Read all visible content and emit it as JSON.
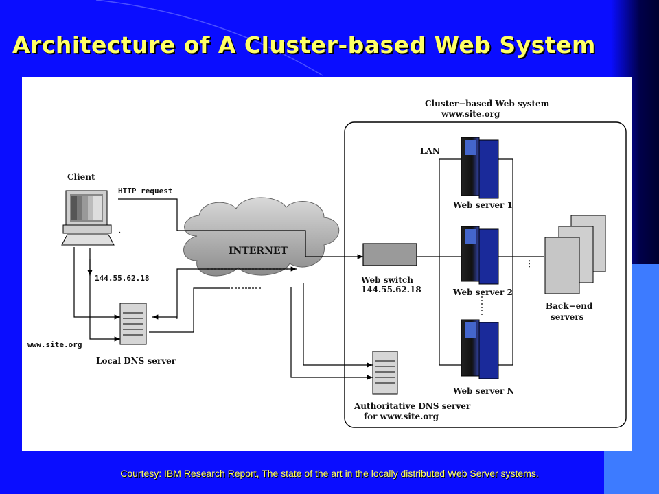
{
  "slide": {
    "title": "Architecture of A Cluster-based Web System",
    "caption": "Courtesy: IBM Research Report, The state of the art in the locally distributed Web Server systems."
  },
  "diagram": {
    "cluster_title": "Cluster−based Web system",
    "cluster_domain": "www.site.org",
    "lan": "LAN",
    "client": "Client",
    "http_request": "HTTP request",
    "client_ip": "144.55.62.18",
    "client_domain": "www.site.org",
    "local_dns": "Local DNS server",
    "internet": "INTERNET",
    "web_switch": "Web switch",
    "web_switch_ip": "144.55.62.18",
    "web_server_1": "Web server 1",
    "web_server_2": "Web server 2",
    "web_server_n": "Web server N",
    "backend_line1": "Back−end",
    "backend_line2": "servers",
    "auth_dns_line1": "Authoritative DNS server",
    "auth_dns_line2": "for www.site.org",
    "dot": "."
  },
  "colors": {
    "background": "#0a0dff",
    "title": "#ffff66",
    "accent": "#3d7bff"
  }
}
